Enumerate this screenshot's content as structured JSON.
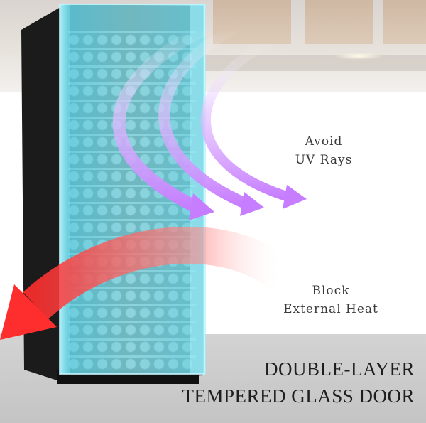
{
  "features": {
    "uv": {
      "line1": "Avoid",
      "line2": "UV Rays",
      "arrow_color": "#c77dff"
    },
    "heat": {
      "line1": "Block",
      "line2": "External Heat",
      "arrow_color": "#ff3b3b"
    }
  },
  "headline": {
    "line1": "DOUBLE-LAYER",
    "line2": "TEMPERED GLASS DOOR"
  },
  "colors": {
    "cabinet": "#1b1b1b",
    "glass": "#7fe3f0",
    "band": "#c9c9c9"
  }
}
